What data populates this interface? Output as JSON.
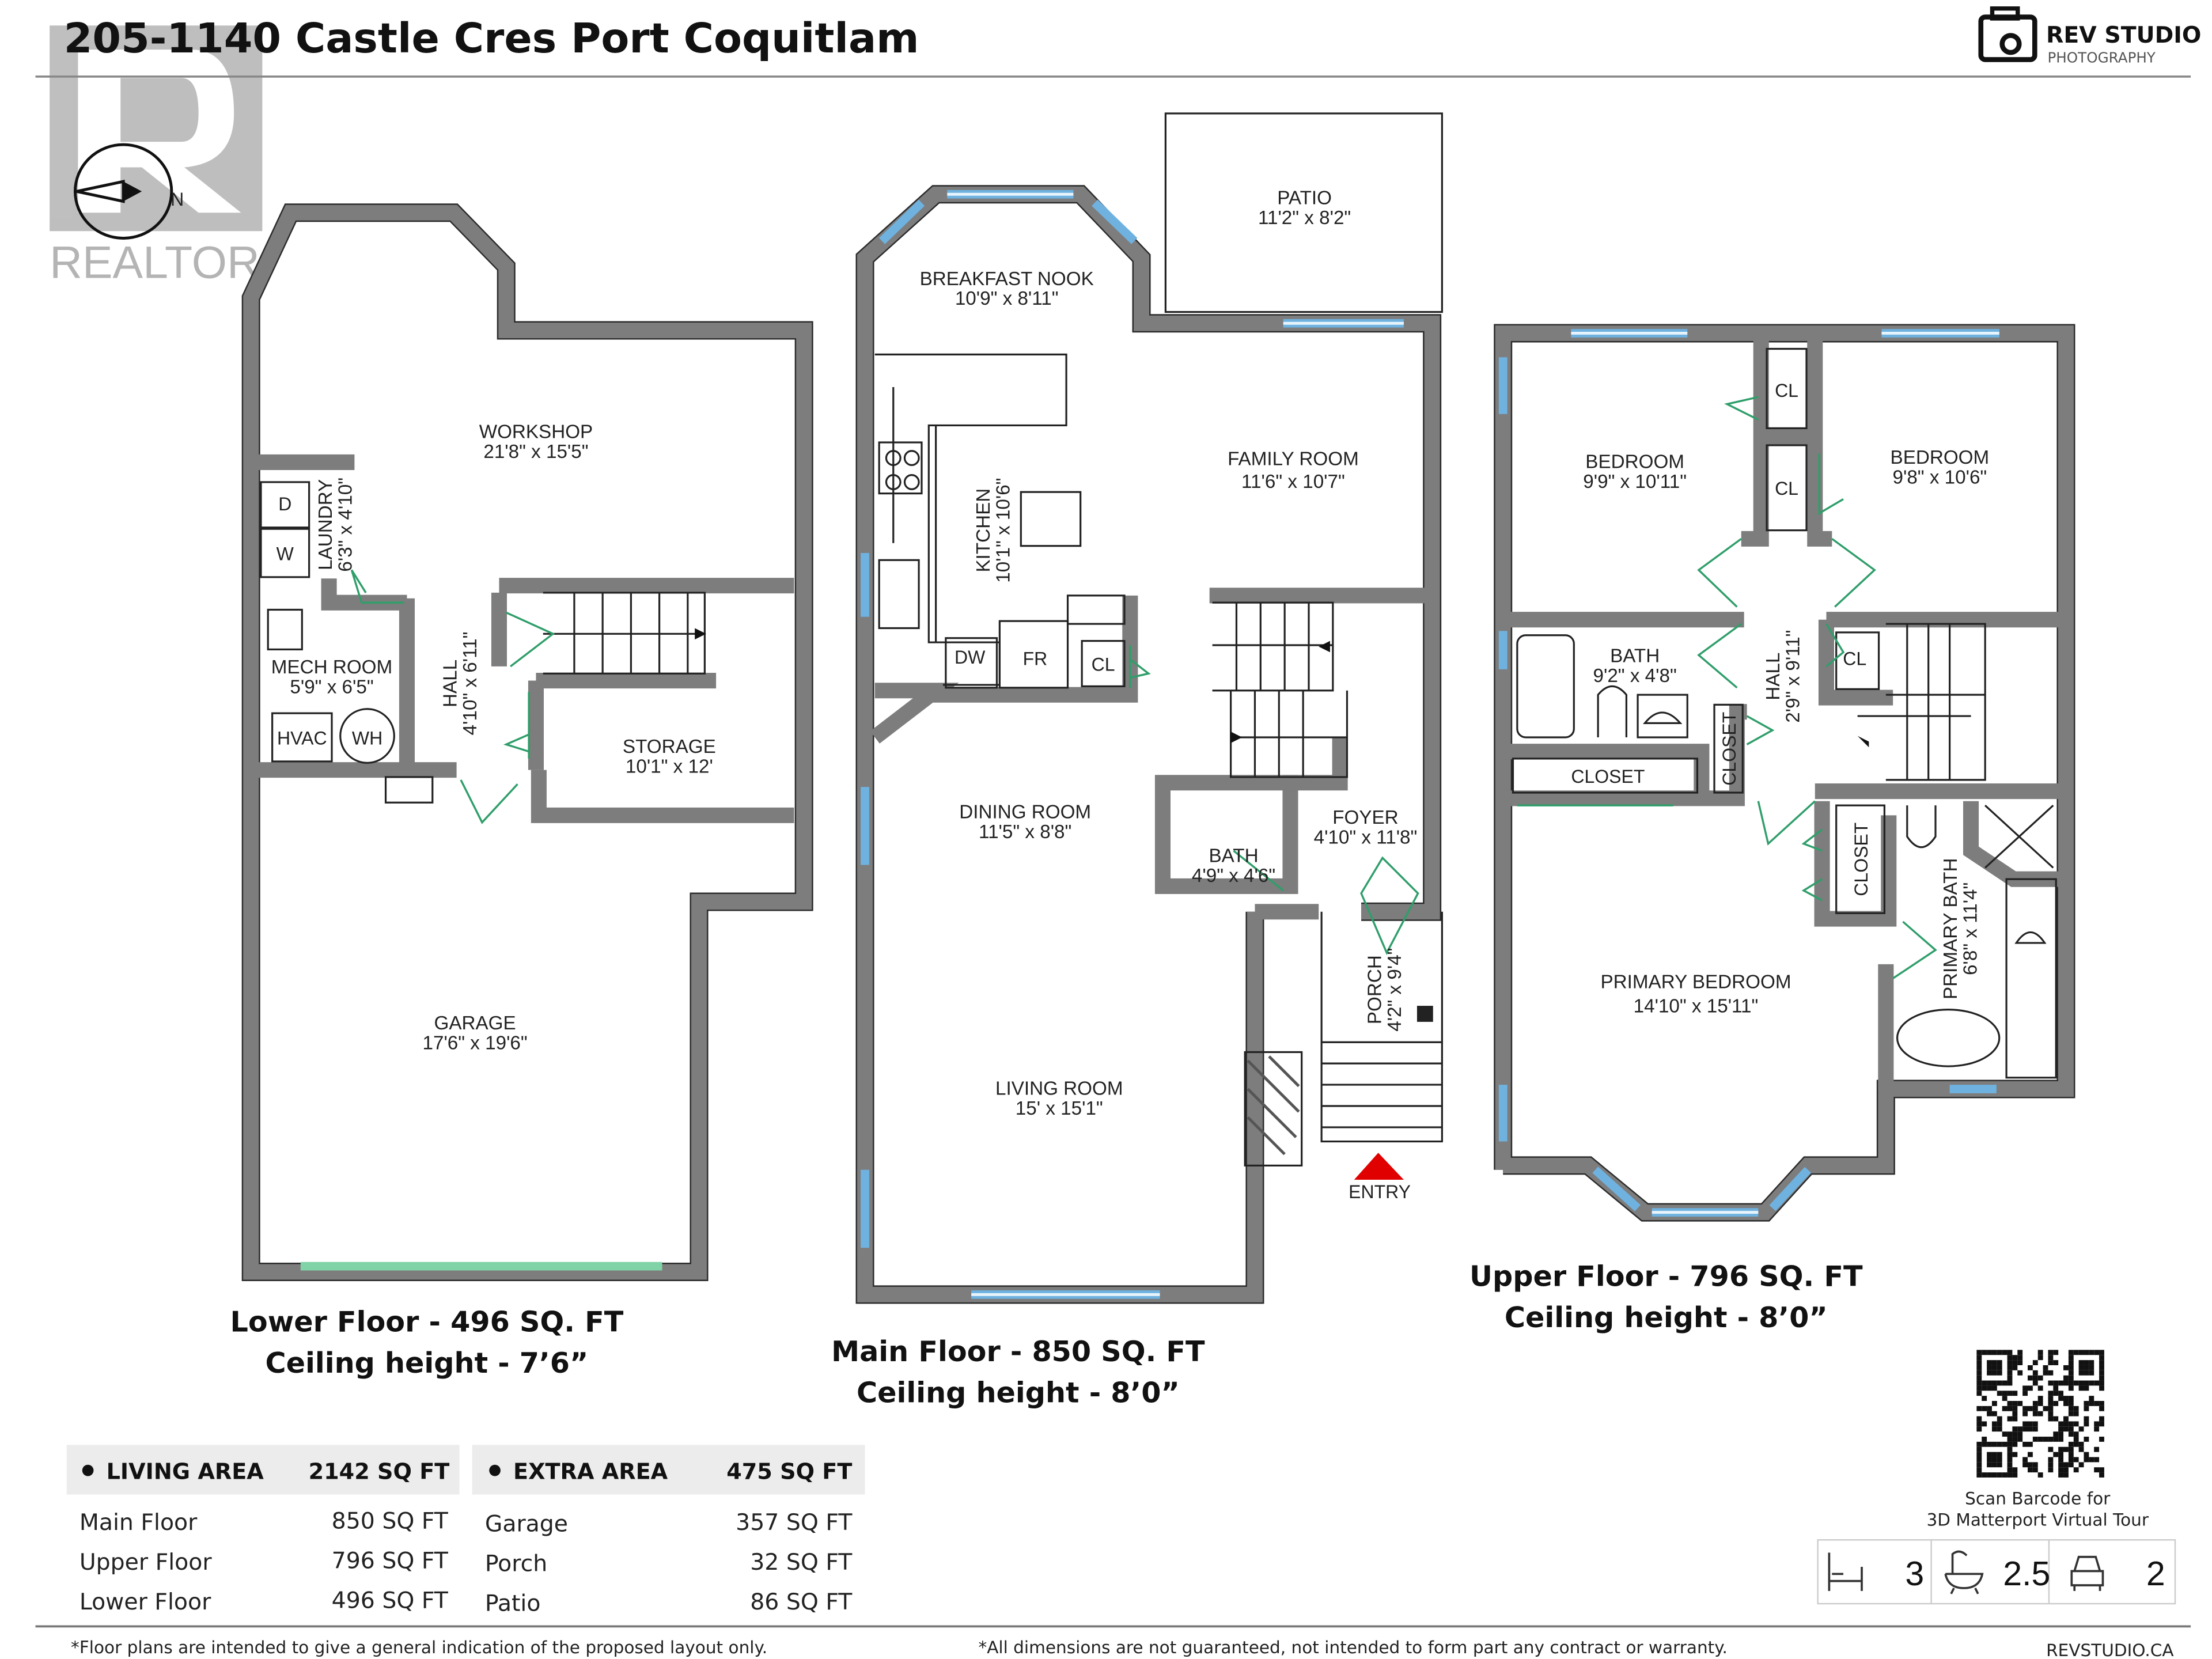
{
  "header": {
    "title": "205-1140 Castle Cres Port Coquitlam",
    "watermark_logo": "REALTOR",
    "brand_logo": {
      "name": "REV STUDIO",
      "sub": "PHOTOGRAPHY"
    }
  },
  "compass": {
    "label": "N",
    "icon": "compass-icon"
  },
  "floors": {
    "lower": {
      "caption": "Lower Floor - 496 SQ. FT",
      "ceiling": "Ceiling height - 7’6”",
      "rooms": [
        {
          "name": "WORKSHOP",
          "dims": "21'8\" x 15'5\""
        },
        {
          "name": "LAUNDRY",
          "dims": "6'3\" x 4'10\""
        },
        {
          "name": "MECH ROOM",
          "dims": "5'9\" x 6'5\""
        },
        {
          "name": "HALL",
          "dims": "4'10\" x 6'11\""
        },
        {
          "name": "STORAGE",
          "dims": "10'1\" x 12'"
        },
        {
          "name": "GARAGE",
          "dims": "17'6\" x 19'6\""
        }
      ],
      "fixtures": [
        "D",
        "W",
        "HVAC",
        "WH"
      ]
    },
    "main": {
      "caption": "Main Floor - 850 SQ. FT",
      "ceiling": "Ceiling height - 8’0”",
      "rooms": [
        {
          "name": "PATIO",
          "dims": "11'2\" x 8'2\""
        },
        {
          "name": "BREAKFAST NOOK",
          "dims": "10'9\" x 8'11\""
        },
        {
          "name": "FAMILY ROOM",
          "dims": "11'6\" x 10'7\""
        },
        {
          "name": "KITCHEN",
          "dims": "10'1\" x 10'6\""
        },
        {
          "name": "DINING ROOM",
          "dims": "11'5\" x 8'8\""
        },
        {
          "name": "BATH",
          "dims": "4'9\" x 4'6\""
        },
        {
          "name": "FOYER",
          "dims": "4'10\" x 11'8\""
        },
        {
          "name": "PORCH",
          "dims": "4'2\" x 9'4\""
        },
        {
          "name": "LIVING ROOM",
          "dims": "15' x 15'1\""
        }
      ],
      "fixtures": [
        "DW",
        "FR",
        "CL"
      ],
      "entry_label": "ENTRY"
    },
    "upper": {
      "caption": "Upper Floor - 796 SQ. FT",
      "ceiling": "Ceiling height - 8’0”",
      "rooms": [
        {
          "name": "BEDROOM",
          "dims": "9'9\" x 10'11\""
        },
        {
          "name": "BEDROOM",
          "dims": "9'8\" x 10'6\""
        },
        {
          "name": "BATH",
          "dims": "9'2\" x 4'8\""
        },
        {
          "name": "HALL",
          "dims": "2'9\" x 9'11\""
        },
        {
          "name": "PRIMARY BEDROOM",
          "dims": "14'10\" x 15'11\""
        },
        {
          "name": "PRIMARY BATH",
          "dims": "6'8\" x 11'4\""
        }
      ],
      "fixtures": [
        "CL",
        "CL",
        "CL",
        "CLOSET",
        "CLOSET",
        "CLOSET"
      ]
    }
  },
  "living_area": {
    "label": "LIVING AREA",
    "total": "2142 SQ FT",
    "rows": [
      {
        "label": "Main Floor",
        "value": "850 SQ FT"
      },
      {
        "label": "Upper Floor",
        "value": "796 SQ FT"
      },
      {
        "label": "Lower Floor",
        "value": "496 SQ FT"
      }
    ]
  },
  "extra_area": {
    "label": "EXTRA AREA",
    "total": "475 SQ FT",
    "rows": [
      {
        "label": "Garage",
        "value": "357 SQ FT"
      },
      {
        "label": "Porch",
        "value": "32 SQ FT"
      },
      {
        "label": "Patio",
        "value": "86 SQ FT"
      }
    ]
  },
  "qr": {
    "caption_line1": "Scan Barcode for",
    "caption_line2": "3D Matterport Virtual Tour"
  },
  "stats": [
    {
      "icon": "bed-icon",
      "value": "3"
    },
    {
      "icon": "bathtub-icon",
      "value": "2.5"
    },
    {
      "icon": "car-icon",
      "value": "2"
    }
  ],
  "footer": {
    "left": "*Floor plans are intended to give a general indication of the proposed layout only.",
    "center": "*All dimensions are not guaranteed, not intended to form part any contract or warranty.",
    "right": "REVSTUDIO.CA"
  },
  "colors": {
    "wall": "#7d7d7d",
    "window": "#6fb2e0",
    "door": "#2f9e6a",
    "entry": "#e00000",
    "table_header": "#ececec"
  }
}
